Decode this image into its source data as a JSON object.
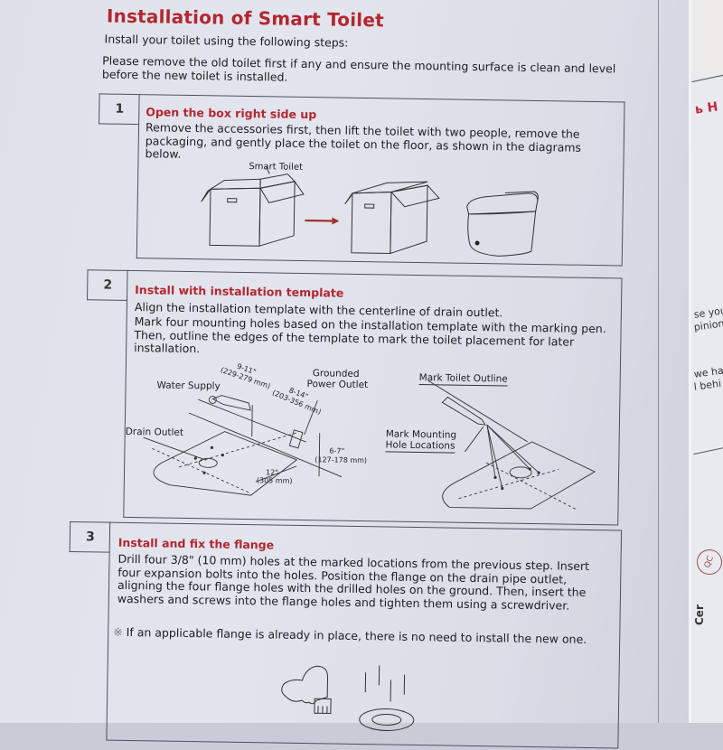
{
  "document": {
    "title": "Installation of Smart Toilet",
    "subtitle": "Install your toilet using the following steps:",
    "intro": "Please remove the old toilet first if any and ensure the mounting surface is clean and level before the new toilet is installed."
  },
  "steps": [
    {
      "number": "1",
      "heading": "Open the box right side up",
      "text": "Remove the accessories first, then lift the toilet with two people, remove the packaging, and gently place the toilet on the floor, as shown in the diagrams below.",
      "diagram": {
        "box_label": "Smart Toilet",
        "arrow_color": "#a0322c",
        "icons": [
          "open-box-icon",
          "arrow-right-icon",
          "empty-box-icon",
          "smart-toilet-icon"
        ]
      }
    },
    {
      "number": "2",
      "heading": "Install with installation template",
      "text_1": "Align the installation template with the centerline of drain outlet.",
      "text_2": "Mark four mounting holes based on the installation template with the marking pen. Then, outline the edges of the template to mark the toilet placement for later installation.",
      "diagram_left": {
        "water_supply": "Water Supply",
        "grounded_power_outlet_1": "Grounded",
        "grounded_power_outlet_2": "Power Outlet",
        "drain_outlet": "Drain Outlet",
        "dim_water_in": "9-11\"",
        "dim_water_mm": "(229-279 mm)",
        "dim_power_in": "8-14\"",
        "dim_power_mm": "(203-356 mm)",
        "dim_height_in": "6-7\"",
        "dim_height_mm": "(127-178 mm)",
        "dim_wall_in": "12\"",
        "dim_wall_mm": "(305 mm)"
      },
      "diagram_right": {
        "mark_outline": "Mark Toilet Outline",
        "mark_holes_1": "Mark Mounting",
        "mark_holes_2": "Hole Locations"
      }
    },
    {
      "number": "3",
      "heading": "Install and fix the flange",
      "text": "Drill four 3/8\" (10 mm) holes at the marked locations from the previous step. Insert four expansion bolts into the holes. Position the flange on the drain pipe outlet, aligning the four flange holes with the drilled holes on the ground. Then, insert the washers and screws into the flange holes and tighten them using a screwdriver.",
      "note_symbol": "※",
      "note": "If an applicable flange is already in place, there is no need to install the new one."
    }
  ],
  "side_page": {
    "logo": "ь H",
    "line_1": "se you",
    "line_2": "pinion",
    "line_3": "we ha",
    "line_4": "l behi",
    "stamp": "QC",
    "cert": "Cer"
  },
  "colors": {
    "accent_red": "#b3262f",
    "text": "#1e1e22",
    "border": "#4d5060"
  }
}
